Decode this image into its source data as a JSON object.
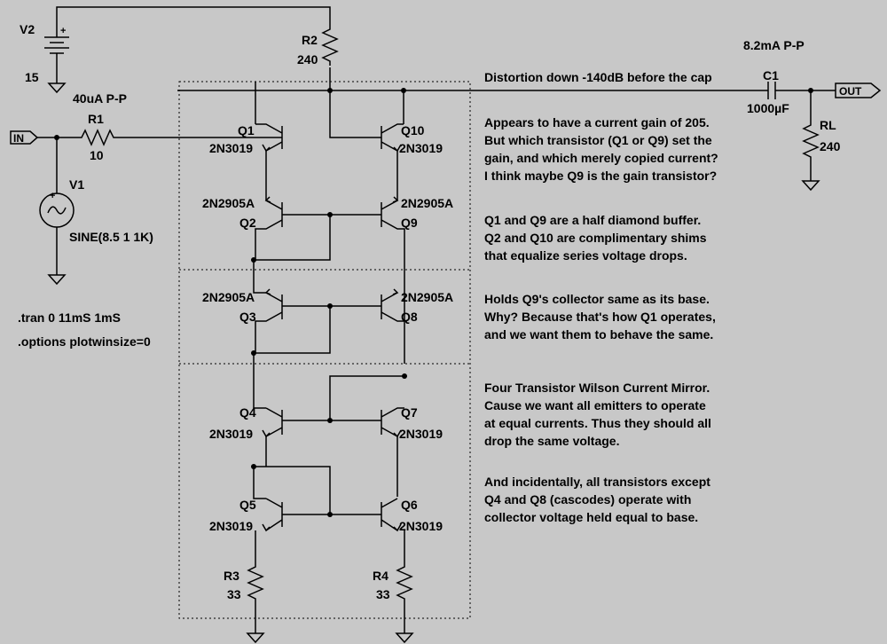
{
  "components": {
    "V2": {
      "name": "V2",
      "value": "15"
    },
    "R2": {
      "name": "R2",
      "value": "240"
    },
    "R1": {
      "name": "R1",
      "value": "10",
      "annotation": "40uA P-P"
    },
    "V1": {
      "name": "V1",
      "value": "SINE(8.5 1 1K)"
    },
    "C1": {
      "name": "C1",
      "value": "1000µF",
      "annotation": "8.2mA P-P"
    },
    "RL": {
      "name": "RL",
      "value": "240"
    },
    "R3": {
      "name": "R3",
      "value": "33"
    },
    "R4": {
      "name": "R4",
      "value": "33"
    },
    "Q1": {
      "name": "Q1",
      "model": "2N3019"
    },
    "Q10": {
      "name": "Q10",
      "model": "2N3019"
    },
    "Q2": {
      "name": "Q2",
      "model": "2N2905A"
    },
    "Q9": {
      "name": "Q9",
      "model": "2N2905A"
    },
    "Q3": {
      "name": "Q3",
      "model": "2N2905A"
    },
    "Q8": {
      "name": "Q8",
      "model": "2N2905A"
    },
    "Q4": {
      "name": "Q4",
      "model": "2N3019"
    },
    "Q7": {
      "name": "Q7",
      "model": "2N3019"
    },
    "Q5": {
      "name": "Q5",
      "model": "2N3019"
    },
    "Q6": {
      "name": "Q6",
      "model": "2N3019"
    }
  },
  "ports": {
    "in": "IN",
    "out": "OUT"
  },
  "plus_sign": "+",
  "directives": [
    ".tran 0 11mS 1mS",
    ".options plotwinsize=0"
  ],
  "notes": {
    "distortion": "Distortion down -140dB before the cap",
    "gain": [
      "Appears to have a current gain of 205.",
      "But which transistor (Q1 or Q9) set the",
      "gain, and which merely copied current?",
      "I think maybe Q9 is the gain transistor?"
    ],
    "buffer": [
      "Q1 and Q9 are a half diamond buffer.",
      "Q2 and Q10 are complimentary shims",
      "that equalize series voltage drops."
    ],
    "holds": [
      "Holds Q9's collector same as its base.",
      "Why? Because that's how Q1 operates,",
      "and we want them to behave the same."
    ],
    "wilson": [
      "Four Transistor Wilson Current Mirror.",
      "Cause we want all emitters to operate",
      "at equal currents. Thus they should all",
      "drop the same voltage."
    ],
    "cascode": [
      "And incidentally, all transistors except",
      "Q4 and Q8 (cascodes) operate with",
      "collector voltage held equal to base."
    ]
  }
}
